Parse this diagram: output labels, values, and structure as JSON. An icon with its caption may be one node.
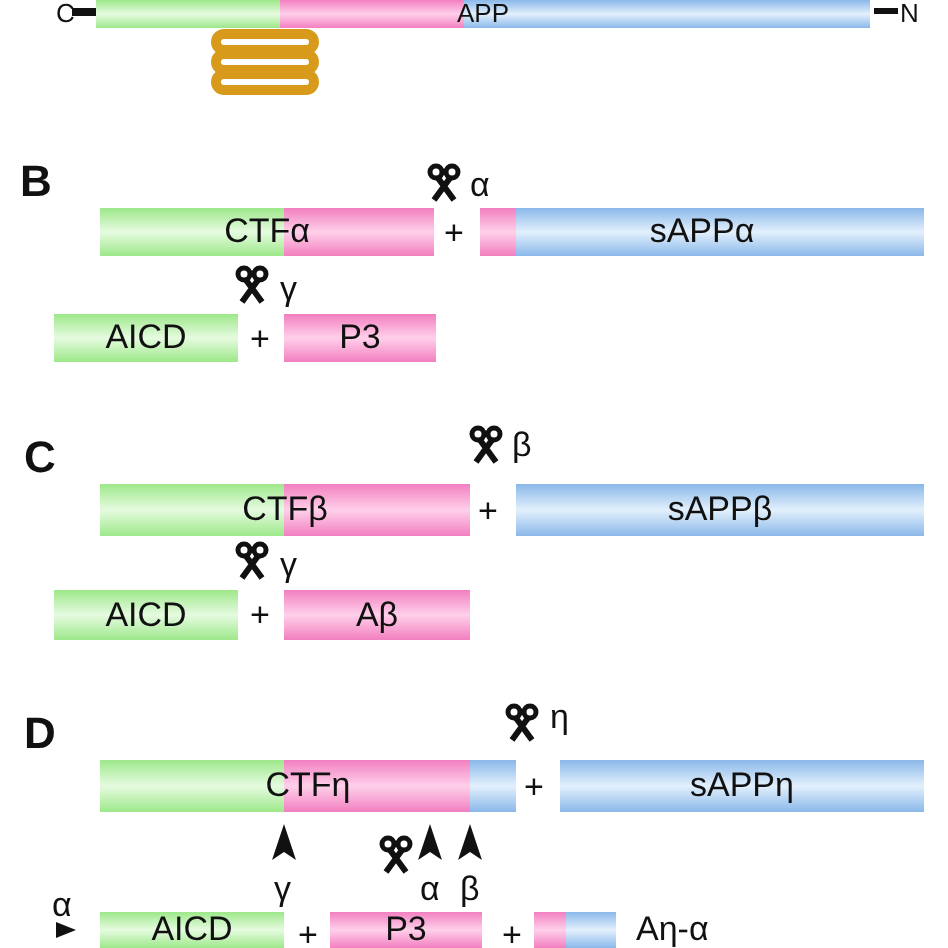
{
  "diagram": {
    "nodes": [
      {
        "text": [
          "APP"
        ]
      },
      {
        "text": [
          "CTFα"
        ]
      },
      {
        "text": [
          "sAPPα"
        ]
      },
      {
        "text": [
          "AICD"
        ]
      },
      {
        "text": [
          "P3"
        ]
      },
      {
        "text": [
          "CTFβ"
        ]
      },
      {
        "text": [
          "sAPPβ"
        ]
      },
      {
        "text": [
          "AICD"
        ]
      },
      {
        "text": [
          "Aβ"
        ]
      },
      {
        "text": [
          "CTFη"
        ]
      },
      {
        "text": [
          "sAPPη"
        ]
      },
      {
        "text": [
          "AICD"
        ]
      },
      {
        "text": [
          "P3"
        ]
      },
      {
        "text": [],
        "shape": "bar",
        "beside": [
          "Aη-α"
        ]
      }
    ],
    "edges": [],
    "labels": [
      "C",
      "N",
      "B",
      "α",
      "+",
      "γ",
      "+",
      "C",
      "β",
      "+",
      "γ",
      "+",
      "D",
      "η",
      "+",
      "γ",
      "α",
      "β",
      "α",
      "+",
      "+"
    ]
  }
}
